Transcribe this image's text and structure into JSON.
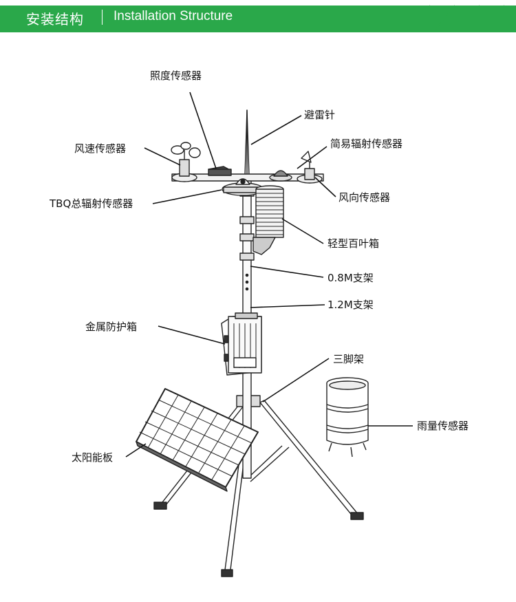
{
  "header": {
    "title_zh": "安装结构",
    "title_en": "Installation Structure",
    "bar_color": "#2aa84a"
  },
  "labels": {
    "illuminance_sensor": "照度传感器",
    "lightning_rod": "避雷针",
    "wind_speed_sensor": "风速传感器",
    "simple_radiation_sensor": "简易辐射传感器",
    "tbq_total_radiation_sensor": "TBQ总辐射传感器",
    "wind_direction_sensor": "风向传感器",
    "light_louver_box": "轻型百叶箱",
    "bracket_08m": "0.8M支架",
    "bracket_12m": "1.2M支架",
    "metal_protection_box": "金属防护箱",
    "tripod": "三脚架",
    "rain_gauge_sensor": "雨量传感器",
    "solar_panel": "太阳能板"
  }
}
